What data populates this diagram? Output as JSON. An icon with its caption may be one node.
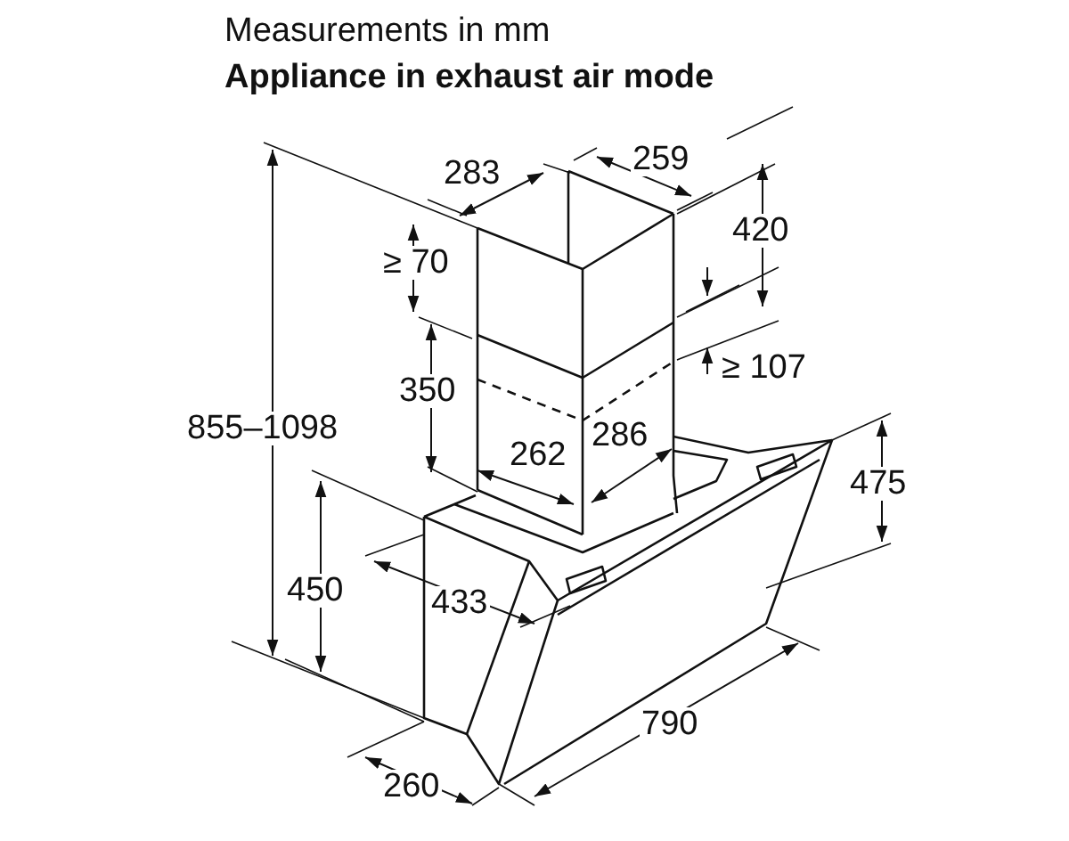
{
  "diagram": {
    "title": "Measurements in mm",
    "labels": [
      "Appliance in exhaust air mode",
      "283",
      "259",
      "≥ 70",
      "420",
      "≥ 107",
      "350",
      "855–1098",
      "262",
      "286",
      "475",
      "450",
      "433",
      "790",
      "260"
    ]
  }
}
